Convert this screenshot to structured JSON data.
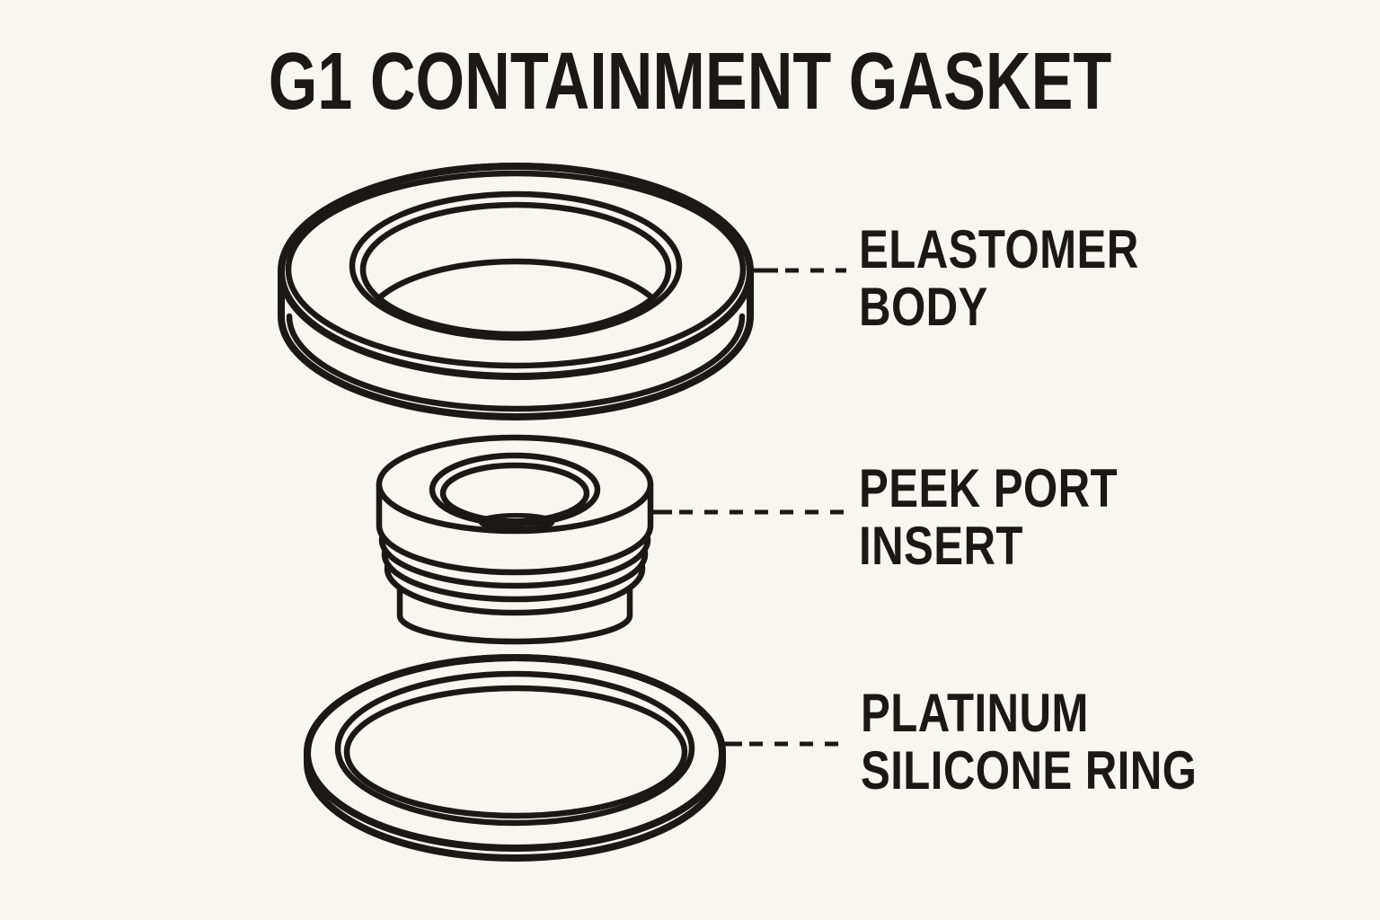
{
  "title": "G1 CONTAINMENT GASKET",
  "colors": {
    "background": "#f8f6f1",
    "ink": "#1b1815"
  },
  "diagram": {
    "type": "exploded-assembly-line-drawing",
    "parts": [
      {
        "id": "elastomer-body",
        "label_line1": "ELASTOMER",
        "label_line2": "BODY"
      },
      {
        "id": "peek-port-insert",
        "label_line1": "PEEK PORT",
        "label_line2": "INSERT"
      },
      {
        "id": "platinum-silicone-ring",
        "label_line1": "PLATINUM",
        "label_line2": "SILICONE RING"
      }
    ]
  }
}
